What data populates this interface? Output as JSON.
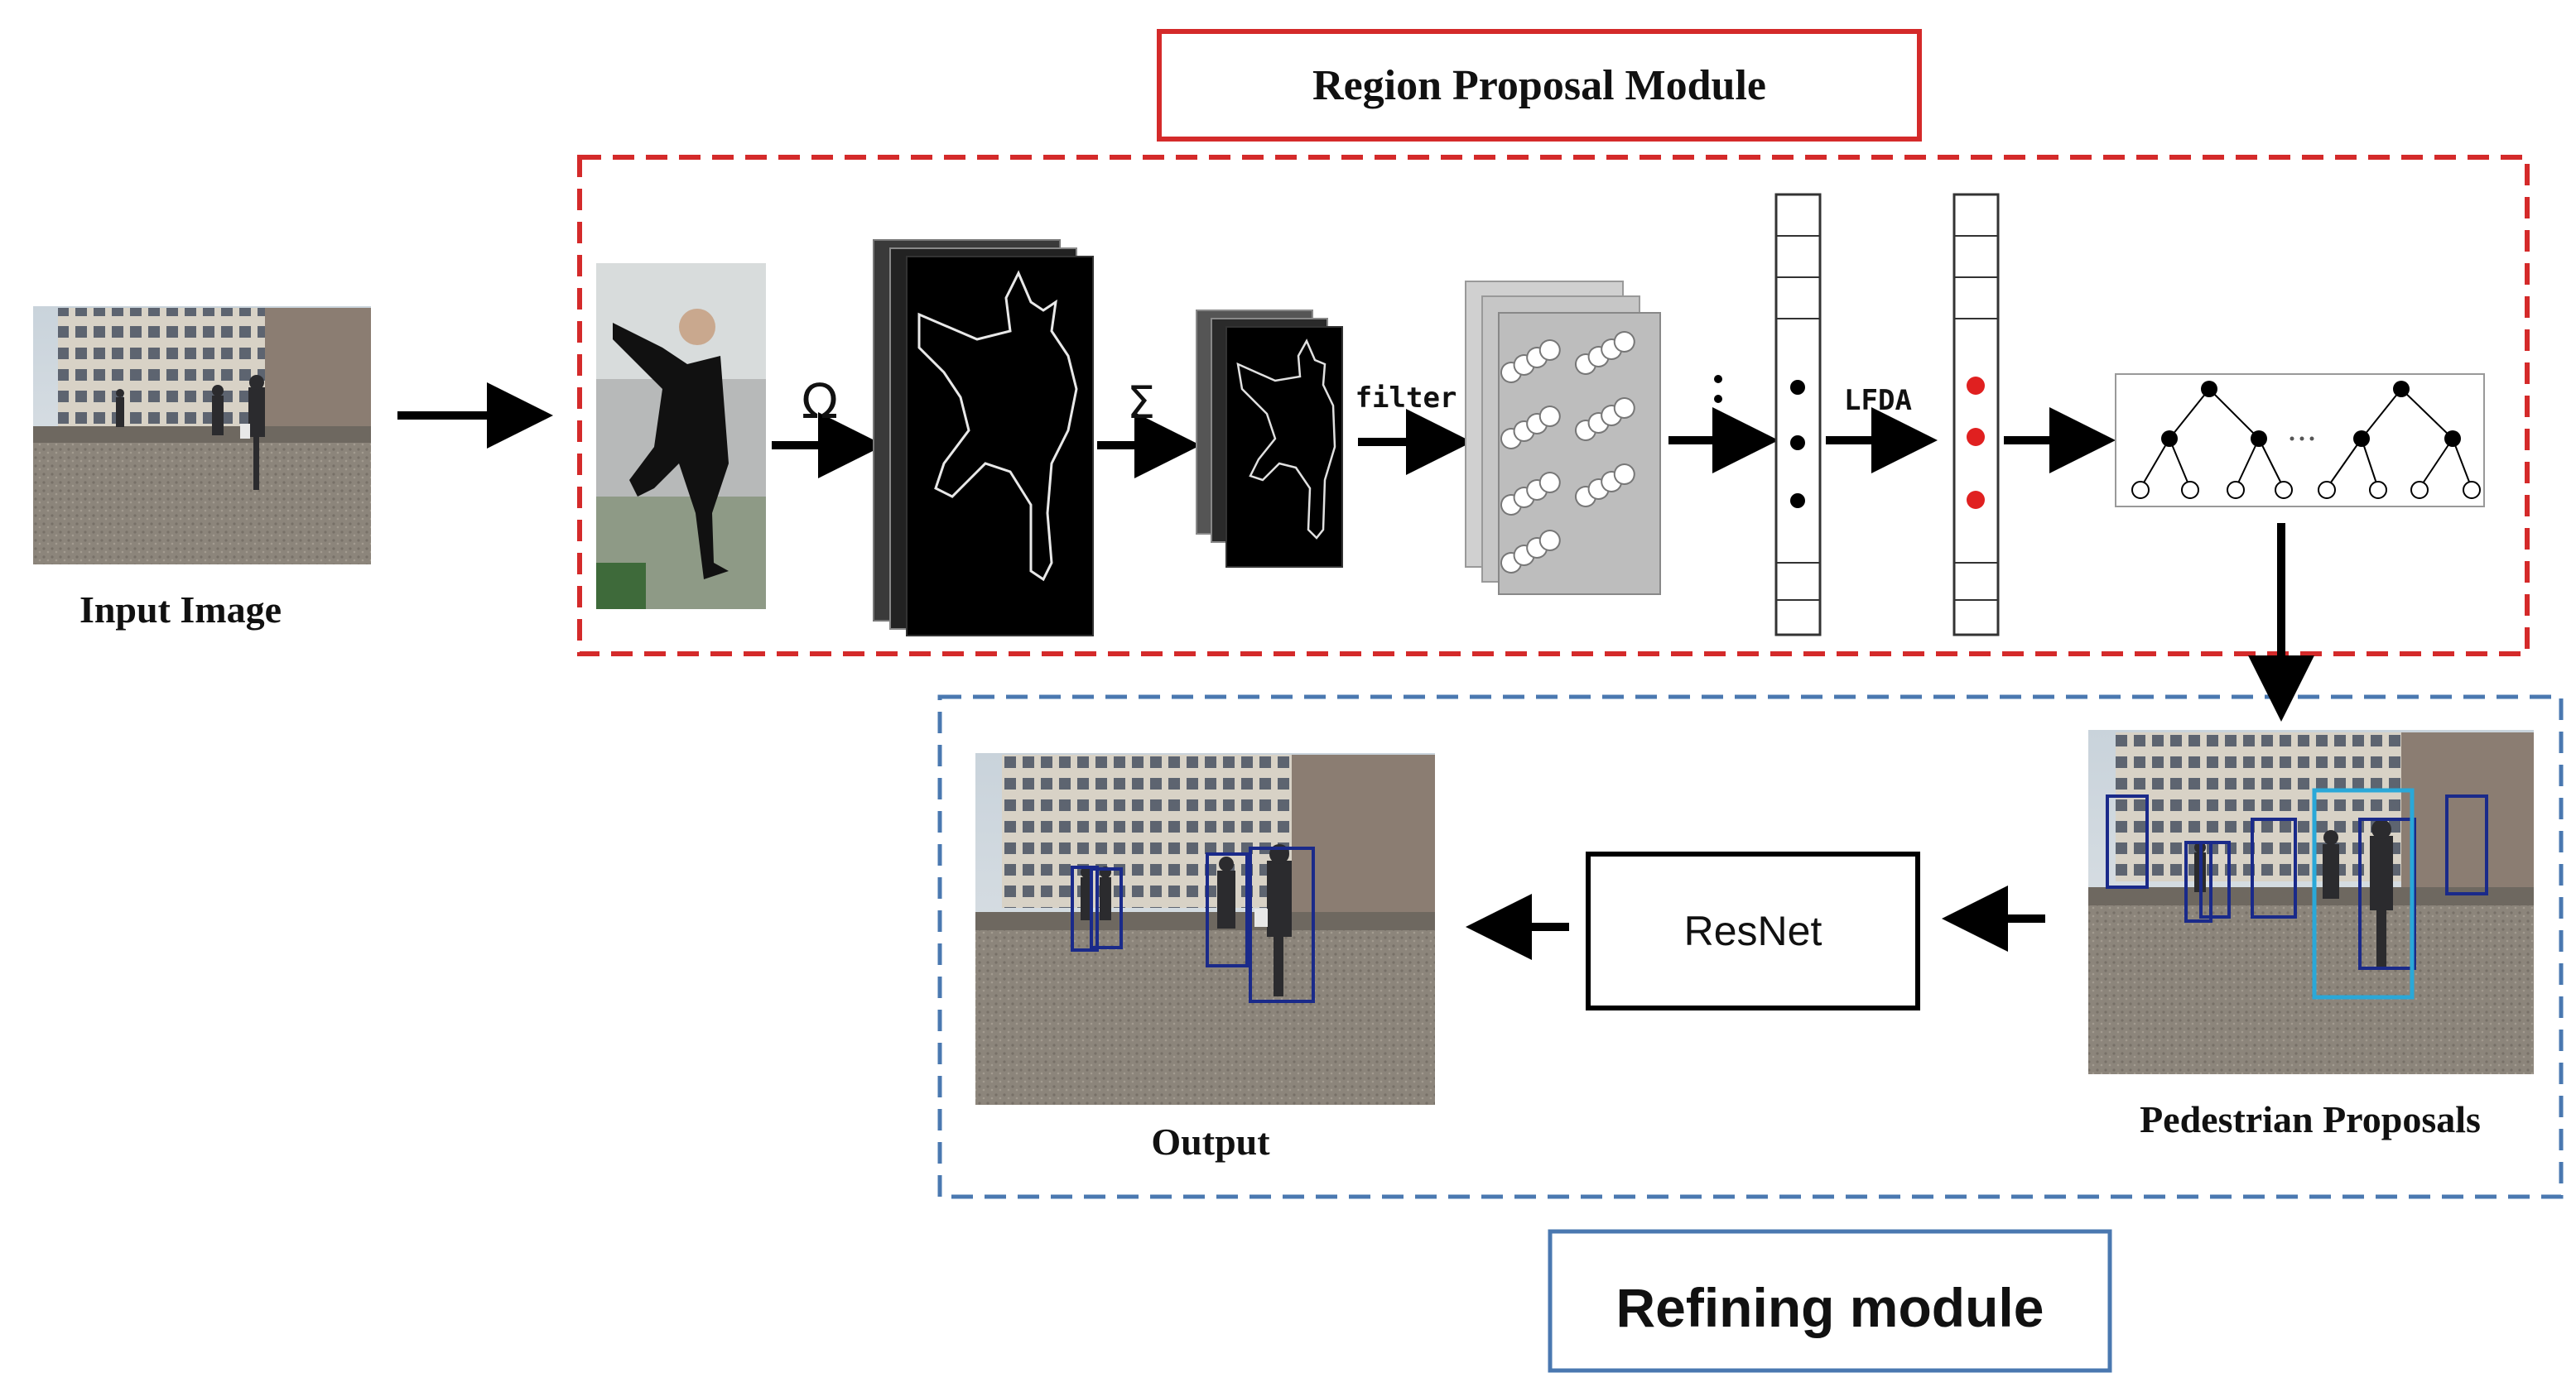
{
  "region_module": {
    "title": "Region Proposal Module",
    "border_color": "#d42a2a"
  },
  "refining_module": {
    "title": "Refining module",
    "border_color": "#4a78b0"
  },
  "labels": {
    "input_image": "Input Image",
    "omega": "Ω",
    "sigma": "Σ",
    "filter": "filter",
    "lfda": "LFDA",
    "pedestrian_proposals": "Pedestrian Proposals",
    "resnet": "ResNet",
    "output": "Output"
  },
  "colors": {
    "proposal_box": "#1a2a8a",
    "highlight_box": "#2aa8d8",
    "red_dot": "#e02020",
    "arrow": "#000000"
  }
}
